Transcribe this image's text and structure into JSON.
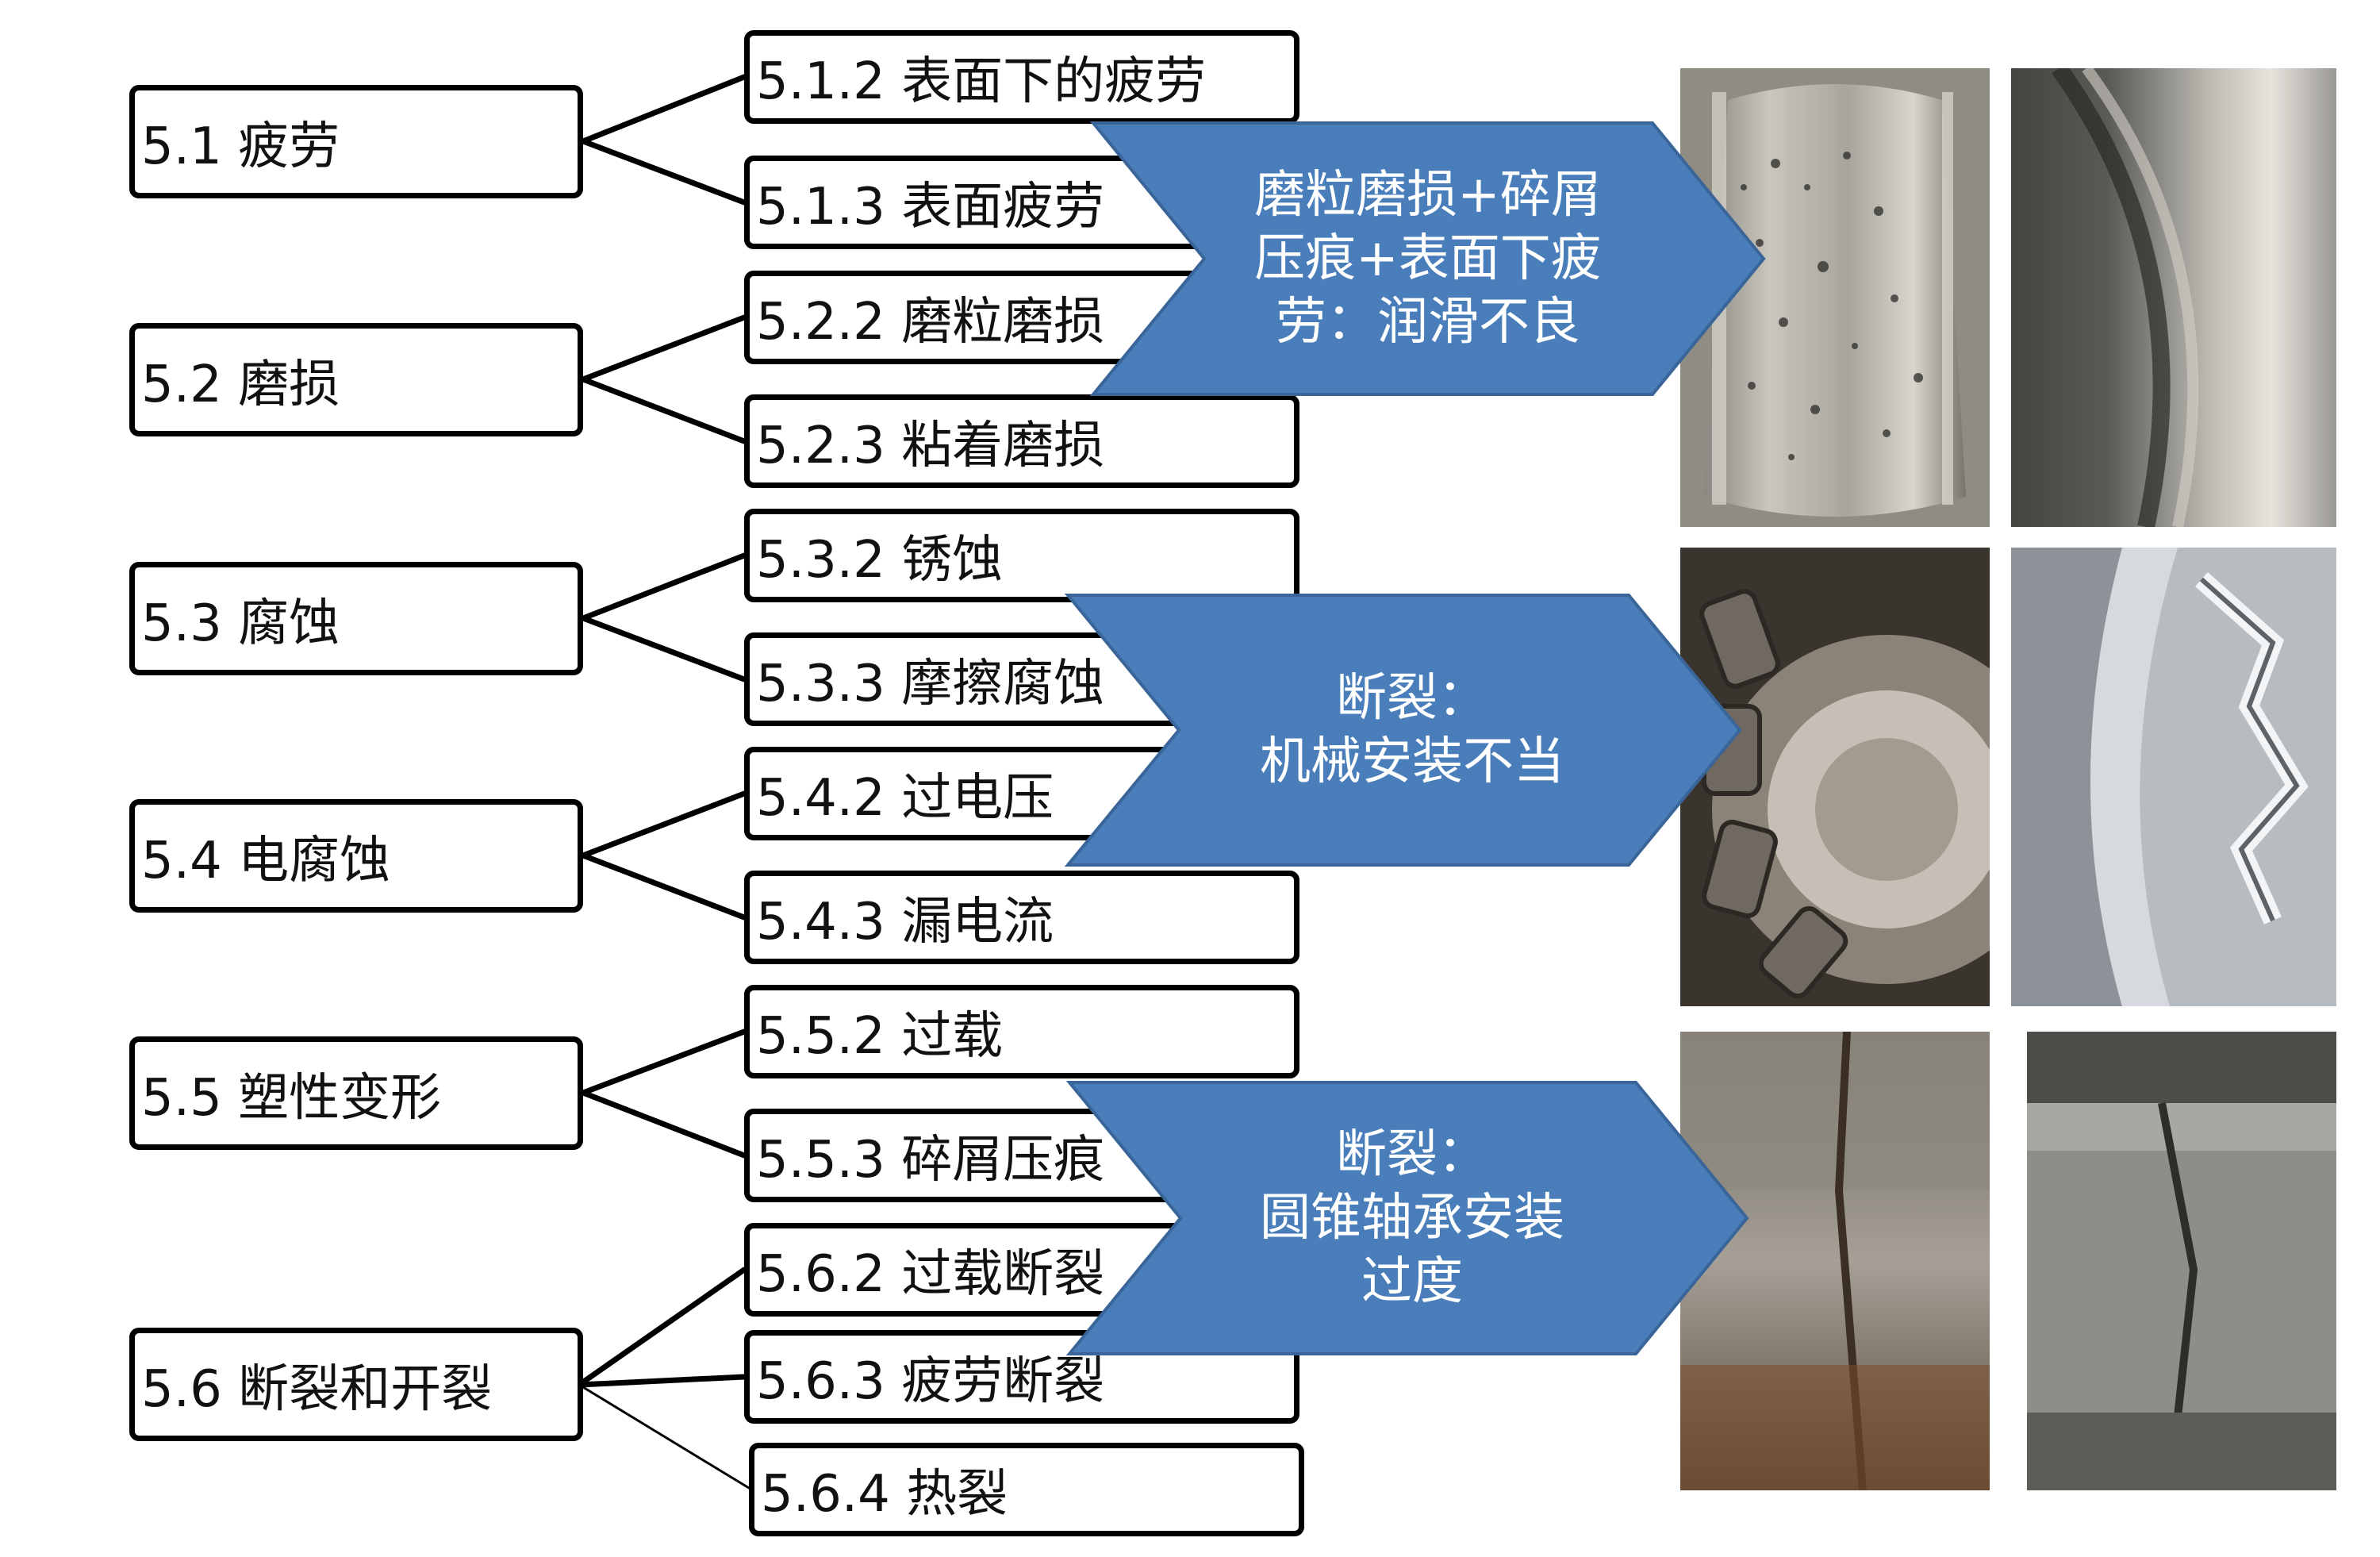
{
  "categories": [
    {
      "label": "5.1 疲劳",
      "children": [
        "5.1.2 表面下的疲劳",
        "5.1.3 表面疲劳"
      ]
    },
    {
      "label": "5.2 磨损",
      "children": [
        "5.2.2 磨粒磨损",
        "5.2.3 粘着磨损"
      ]
    },
    {
      "label": "5.3 腐蚀",
      "children": [
        "5.3.2 锈蚀",
        "5.3.3 摩擦腐蚀"
      ]
    },
    {
      "label": "5.4 电腐蚀",
      "children": [
        "5.4.2 过电压",
        "5.4.3 漏电流"
      ]
    },
    {
      "label": "5.5 塑性变形",
      "children": [
        "5.5.2 过载",
        "5.5.3 碎屑压痕"
      ]
    },
    {
      "label": "5.6 断裂和开裂",
      "children": [
        "5.6.2 过载断裂",
        "5.6.3 疲劳断裂",
        "5.6.4 热裂"
      ]
    }
  ],
  "callouts": [
    {
      "lines": [
        "磨粒磨损+碎屑",
        "压痕+表面下疲",
        "劳：润滑不良"
      ]
    },
    {
      "lines": [
        "断裂：",
        "机械安装不当"
      ]
    },
    {
      "lines": [
        "断裂：",
        "圆锥轴承安装",
        "过度"
      ]
    }
  ],
  "colors": {
    "arrow": "#4a7ebb",
    "arrow_border": "#3a6599",
    "connector": "#000000"
  }
}
